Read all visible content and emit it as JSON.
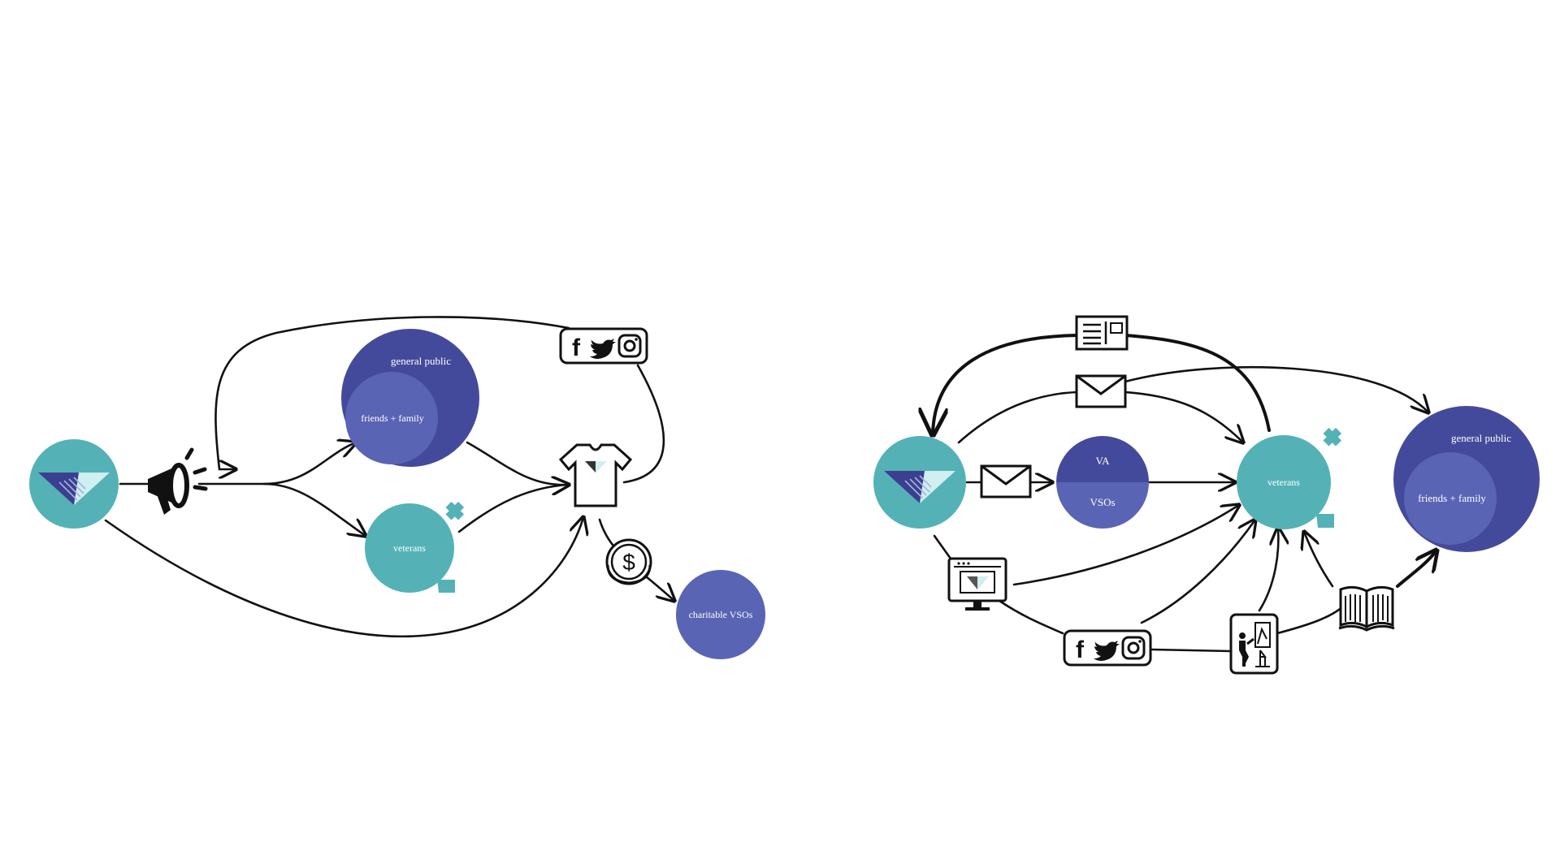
{
  "colors": {
    "teal": "#54b2b7",
    "indigo_dark": "#444a9b",
    "indigo_light": "#5a64b4",
    "ink": "#111111",
    "logo_navy": "#3b3f8f",
    "logo_pale": "#cfeff1"
  },
  "left_diagram": {
    "general_public": "general public",
    "friends_family": "friends + family",
    "veterans": "veterans",
    "charitable_vsos": "charitable VSOs",
    "icons": [
      "logo-icon",
      "megaphone-icon",
      "social-media-icon",
      "tshirt-icon",
      "coin-icon",
      "gender-symbol-icon"
    ]
  },
  "right_diagram": {
    "va": "VA",
    "vsos": "VSOs",
    "veterans": "veterans",
    "general_public": "general public",
    "friends_family": "friends + family",
    "icons": [
      "logo-icon",
      "postcard-icon",
      "envelope-icon",
      "monitor-icon",
      "social-media-icon",
      "gallery-exhibit-icon",
      "open-book-icon",
      "gender-symbol-icon"
    ]
  }
}
